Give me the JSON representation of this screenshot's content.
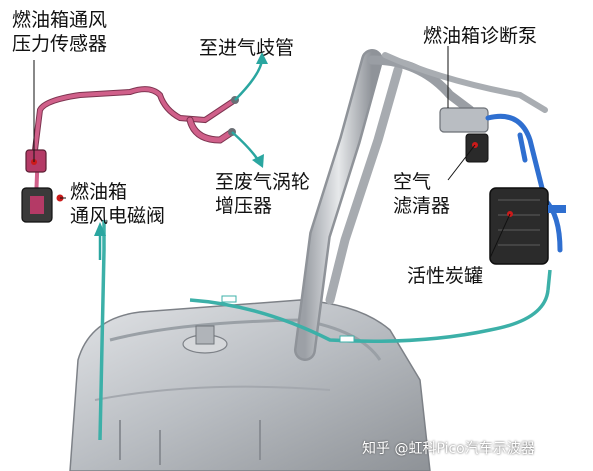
{
  "labels": {
    "vent_pressure_sensor": "燃油箱通风\n压力传感器",
    "to_intake_manifold": "至进气歧管",
    "diagnostic_pump": "燃油箱诊断泵",
    "vent_solenoid_valve": "燃油箱\n通风电磁阀",
    "to_turbocharger": "至废气涡轮\n增压器",
    "air_filter": "空气\n滤清器",
    "canister": "活性炭罐"
  },
  "watermark": "知乎 @虹科Pico汽车示波器",
  "colors": {
    "purge_line": "#d0608a",
    "vent_line": "#3cb0a8",
    "pump_line": "#2f6fd0",
    "fuel_pipe": "#b8bcc2",
    "tank": "#c4c7cb",
    "arrow": "#2aa6a0",
    "component": "#2a2a2a",
    "pointer_dot": "#cc1a1a"
  }
}
